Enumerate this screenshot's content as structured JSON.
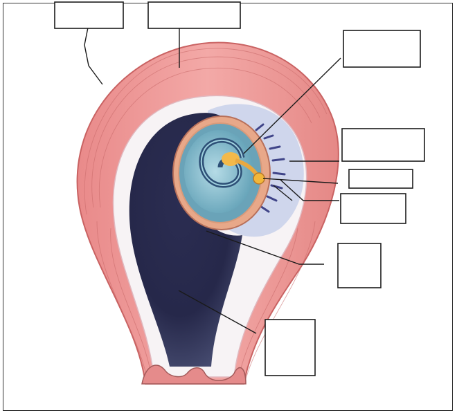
{
  "figure": {
    "subject": "uterus-with-embryo-cross-section",
    "colors": {
      "uterine_wall": "#ee9a98",
      "uterine_wall_dark": "#d9706f",
      "endometrium": "#f7f3f5",
      "uterine_cavity": "#262845",
      "decidua": "#b9c3e3",
      "chorion_villi": "#4a4e8c",
      "amnion": "#e4a283",
      "amniotic_fluid": "#7bb4c6",
      "embryo": "#f0b64a",
      "line": "#1a1a1a"
    }
  },
  "labels": [
    {
      "id": "label-1",
      "text": ""
    },
    {
      "id": "label-2",
      "text": ""
    },
    {
      "id": "label-3",
      "text": ""
    },
    {
      "id": "label-4",
      "text": ""
    },
    {
      "id": "label-5",
      "text": ""
    },
    {
      "id": "label-6",
      "text": ""
    },
    {
      "id": "label-7",
      "text": ""
    },
    {
      "id": "label-8",
      "text": ""
    }
  ]
}
